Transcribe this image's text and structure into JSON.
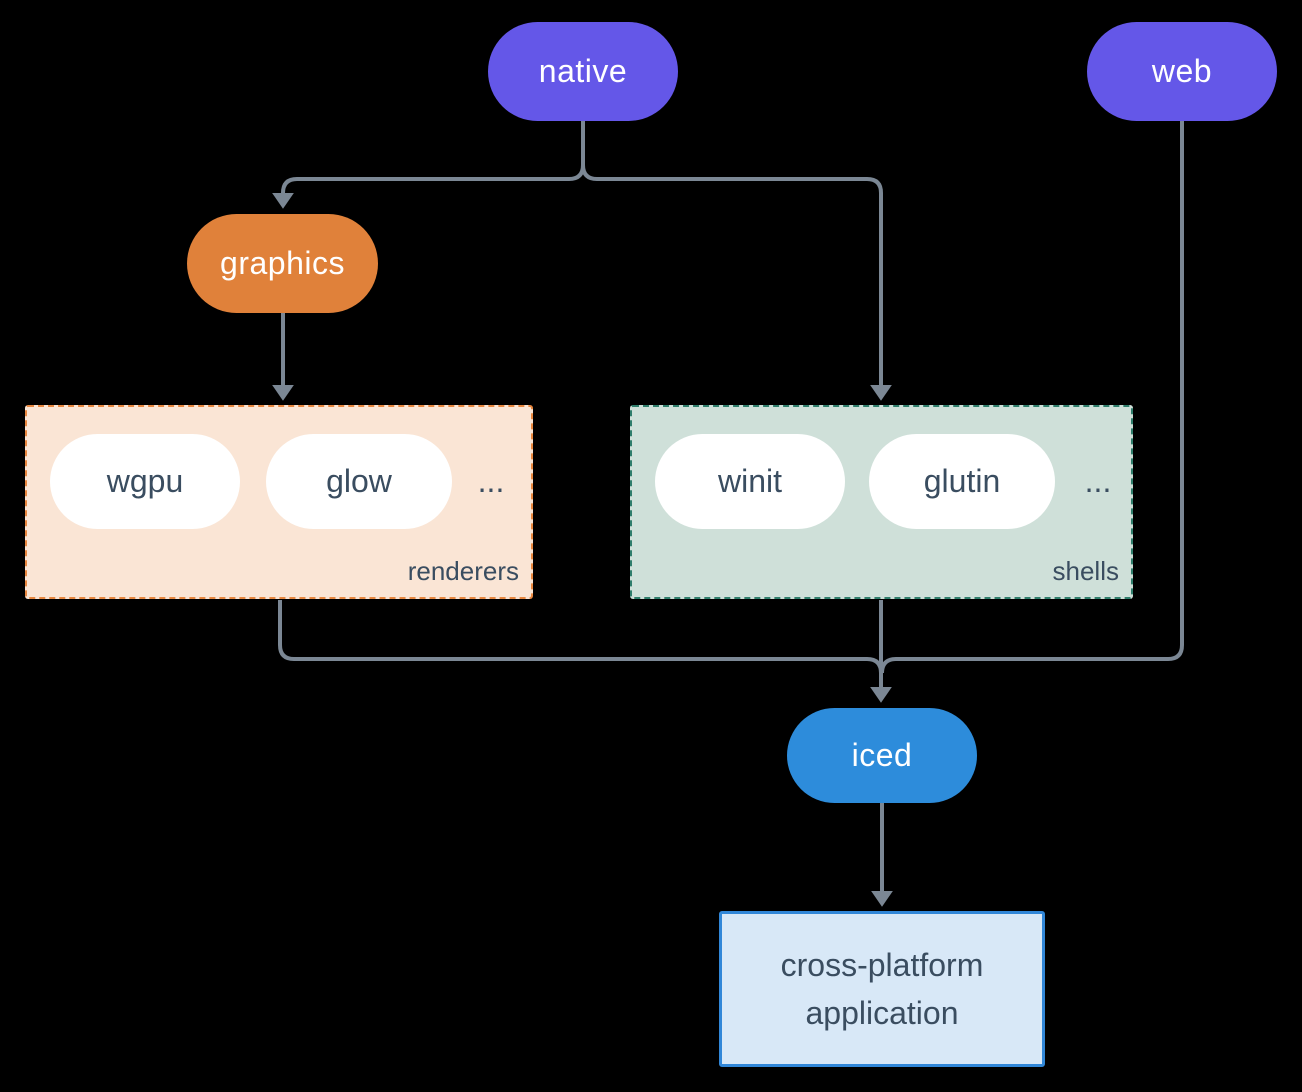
{
  "diagram": {
    "background": "#000000",
    "edge_color": "#7b8794",
    "nodes": {
      "native": {
        "label": "native",
        "color": "#6457e8",
        "text_color": "#ffffff"
      },
      "web": {
        "label": "web",
        "color": "#6457e8",
        "text_color": "#ffffff"
      },
      "graphics": {
        "label": "graphics",
        "color": "#e0813a",
        "text_color": "#ffffff"
      },
      "iced": {
        "label": "iced",
        "color": "#2d8cdb",
        "text_color": "#ffffff"
      },
      "app": {
        "label": "cross-platform application",
        "bg": "#d8e8f7",
        "border": "#3187d8",
        "text_color": "#3a4d60"
      }
    },
    "groups": {
      "renderers": {
        "label": "renderers",
        "bg": "#fae5d5",
        "border": "#e8873f",
        "items": {
          "0": "wgpu",
          "1": "glow"
        },
        "more": "...",
        "pill_bg": "#ffffff",
        "pill_text_color": "#3a4d60"
      },
      "shells": {
        "label": "shells",
        "bg": "#cfe0d9",
        "border": "#2e7d6b",
        "items": {
          "0": "winit",
          "1": "glutin"
        },
        "more": "...",
        "pill_bg": "#ffffff",
        "pill_text_color": "#3a4d60"
      }
    },
    "edges": [
      {
        "from": "native",
        "to": "graphics"
      },
      {
        "from": "native",
        "to": "shells"
      },
      {
        "from": "graphics",
        "to": "renderers"
      },
      {
        "from": "renderers",
        "to": "iced"
      },
      {
        "from": "shells",
        "to": "iced"
      },
      {
        "from": "web",
        "to": "iced"
      },
      {
        "from": "iced",
        "to": "app"
      }
    ]
  }
}
